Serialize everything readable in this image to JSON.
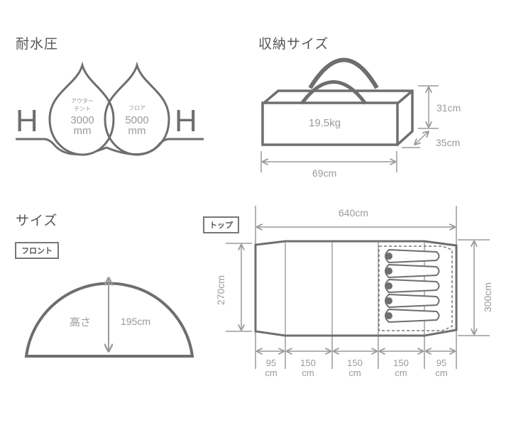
{
  "water_pressure": {
    "heading": "耐水圧",
    "outer_tent": {
      "label_line1": "アウター",
      "label_line2": "テント",
      "value": "3000",
      "unit": "mm"
    },
    "floor": {
      "label": "フロア",
      "value": "5000",
      "unit": "mm"
    },
    "h_left": "H",
    "h_right": "H"
  },
  "storage": {
    "heading": "収納サイズ",
    "weight": "19.5kg",
    "height": "31cm",
    "depth": "35cm",
    "width": "69cm"
  },
  "size": {
    "heading": "サイズ",
    "front": {
      "tag": "フロント",
      "height_label": "高さ",
      "height_value": "195cm"
    },
    "top": {
      "tag": "トップ",
      "length": "640cm",
      "inner_width": "270cm",
      "outer_width": "300cm",
      "segments": [
        {
          "value": "95",
          "unit": "cm"
        },
        {
          "value": "150",
          "unit": "cm"
        },
        {
          "value": "150",
          "unit": "cm"
        },
        {
          "value": "150",
          "unit": "cm"
        },
        {
          "value": "95",
          "unit": "cm"
        }
      ]
    }
  },
  "colors": {
    "stroke": "#6e6e6e",
    "label": "#9a9a9a",
    "heading": "#555555"
  }
}
